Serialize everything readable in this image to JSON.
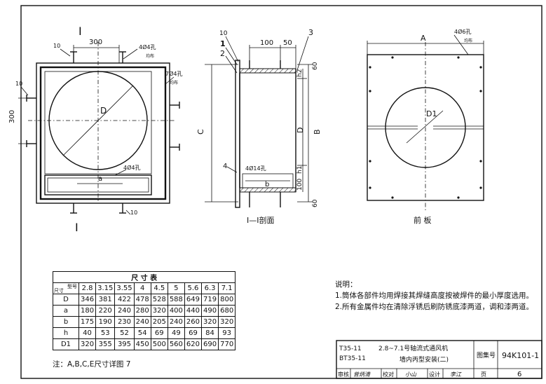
{
  "views": {
    "left": {
      "section_mark_top": "I",
      "section_mark_bottom": "I",
      "dim_top": "300",
      "dim_left": "300",
      "hole_note_top": "4Ø4孔",
      "hole_note_top_sub": "均布",
      "hole_note_right": "7Ø4孔",
      "hole_note_right_sub": "均布",
      "hole_note_inner": "4Ø4孔",
      "label_diameter": "D",
      "label_a": "a",
      "label_10": "10"
    },
    "middle": {
      "label_10": "10",
      "label_1": "1",
      "label_2": "2",
      "label_3": "3",
      "label_4": "4",
      "dim_100_top": "100",
      "dim_50_top": "50",
      "dim_60_top": "60",
      "dim_60_bottom": "60",
      "dim_100_bottom": "100",
      "label_h2": "h2",
      "label_h1": "h1",
      "label_D": "D",
      "label_B": "B",
      "label_C": "C",
      "label_b": "b",
      "hole_note": "4Ø14孔",
      "caption": "I—I剖面"
    },
    "right": {
      "dim_A": "A",
      "hole_note": "4Ø6孔",
      "hole_note_sub": "均布",
      "label_D1": "D1",
      "caption": "前 板"
    }
  },
  "table": {
    "title": "尺 寸 表",
    "corner_top": "型号",
    "corner_bottom": "尺寸",
    "models": [
      "2.8",
      "3.15",
      "3.55",
      "4",
      "4.5",
      "5",
      "5.6",
      "6.3",
      "7.1"
    ],
    "rows": [
      {
        "name": "D",
        "values": [
          "346",
          "381",
          "422",
          "478",
          "528",
          "588",
          "649",
          "719",
          "800"
        ]
      },
      {
        "name": "a",
        "values": [
          "180",
          "220",
          "240",
          "280",
          "320",
          "400",
          "440",
          "490",
          "680"
        ]
      },
      {
        "name": "b",
        "values": [
          "175",
          "190",
          "230",
          "240",
          "205",
          "240",
          "260",
          "320",
          "320"
        ]
      },
      {
        "name": "h",
        "values": [
          "40",
          "53",
          "52",
          "54",
          "69",
          "49",
          "69",
          "84",
          "93"
        ]
      },
      {
        "name": "D1",
        "values": [
          "320",
          "355",
          "395",
          "450",
          "500",
          "560",
          "620",
          "690",
          "770"
        ]
      }
    ],
    "footnote": "注：A,B,C,E尺寸详图 7"
  },
  "notes": {
    "heading": "说明：",
    "items": [
      "1.筒体各部件均用焊接其焊缝高度按被焊件的最小厚度选用。",
      "2.所有金属件均在清除浮锈后刷防锈底漆两道，调和漆两道。"
    ]
  },
  "title_block": {
    "model_line1": "T35-11",
    "model_line2": "BT35-11",
    "title_line1": "2.8~7.1号轴流式通风机",
    "title_line2": "墙内丙型安装(二)",
    "atlas_label": "图集号",
    "atlas_number": "94K101-1",
    "review_label": "审核",
    "check_label": "校对",
    "design_label": "设计",
    "page_label": "页",
    "page_number": "6",
    "sign_review": "曾炳清",
    "sign_check": "小山",
    "sign_design": "李江"
  }
}
